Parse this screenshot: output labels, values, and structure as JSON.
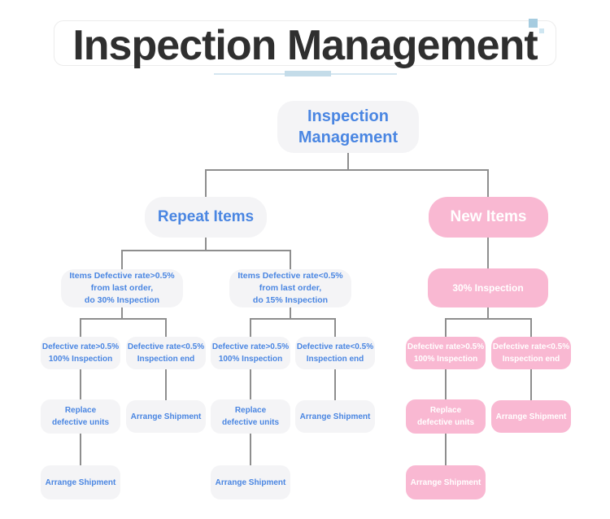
{
  "header": {
    "title": "Inspection Management"
  },
  "colors": {
    "title_text": "#2f2f2f",
    "node_gray_bg": "#f4f4f6",
    "node_blue_text": "#4a86e2",
    "node_pink_bg": "#f9b8d2",
    "node_pink_text": "#ffffff",
    "connector": "#8e8e8e",
    "underline_blue": "#c4dce9",
    "decor_square_blue": "#a6cce0"
  },
  "nodes": {
    "root": {
      "label": "Inspection\nManagement"
    },
    "repeat_items": {
      "label": "Repeat Items"
    },
    "new_items": {
      "label": "New Items"
    },
    "repeat_high_rate": {
      "label": "Items Defective rate>0.5%\nfrom last order,\ndo 30% Inspection"
    },
    "repeat_low_rate": {
      "label": "Items Defective rate<0.5%\nfrom last order,\ndo 15% Inspection"
    },
    "new_inspection": {
      "label": "30% Inspection"
    },
    "r1_high": {
      "label": "Defective rate>0.5%\n100% Inspection"
    },
    "r1_low": {
      "label": "Defective rate<0.5%\nInspection end"
    },
    "r2_high": {
      "label": "Defective rate>0.5%\n100% Inspection"
    },
    "r2_low": {
      "label": "Defective rate<0.5%\nInspection end"
    },
    "n_high": {
      "label": "Defective rate>0.5%\n100% Inspection"
    },
    "n_low": {
      "label": "Defective rate<0.5%\nInspection end"
    },
    "r1_replace": {
      "label": "Replace\ndefective units"
    },
    "r1_ship_low": {
      "label": "Arrange Shipment"
    },
    "r2_replace": {
      "label": "Replace\ndefective units"
    },
    "r2_ship_low": {
      "label": "Arrange Shipment"
    },
    "n_replace": {
      "label": "Replace\ndefective units"
    },
    "n_ship_low": {
      "label": "Arrange Shipment"
    },
    "r1_ship_final": {
      "label": "Arrange Shipment"
    },
    "r2_ship_final": {
      "label": "Arrange Shipment"
    },
    "n_ship_final": {
      "label": "Arrange Shipment"
    }
  }
}
